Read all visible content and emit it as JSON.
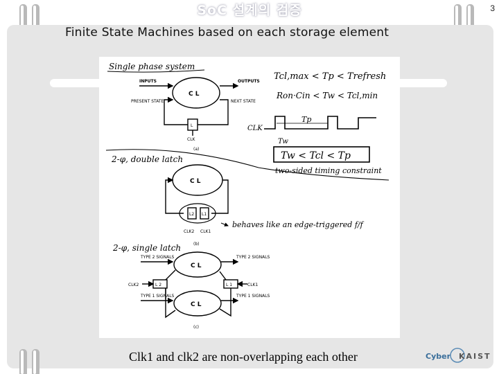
{
  "slide": {
    "title": "SoC 설계의 검증",
    "page_number": "3",
    "heading": "Finite State Machines based on each storage element",
    "caption": "Clk1 and clk2 are non-overlapping each other"
  },
  "logo": {
    "text_left": "Cyber",
    "text_right": "KAIST"
  },
  "figure": {
    "single_phase": {
      "handwritten_title": "Single phase system",
      "inputs": "INPUTS",
      "outputs": "OUTPUTS",
      "present_state": "PRESENT STATE",
      "next_state": "NEXT STATE",
      "block": "C L",
      "latch": "L",
      "clk_label": "CLK",
      "sub_label": "(a)"
    },
    "timing": {
      "eq1": "Tcl,max < Tp < Trefresh",
      "eq2": "Ron·Cin < Tw < Tcl,min",
      "clk": "CLK",
      "tp": "Tp",
      "tw": "Tw",
      "boxed_eq": "Tw < Tcl < Tp",
      "constraint": "two-sided timing constraint"
    },
    "double_latch": {
      "handwritten_title": "2-φ, double latch",
      "block": "C L",
      "l2": "L2",
      "l1": "L1",
      "clk2": "CLK2",
      "clk1": "CLK1",
      "sub_label": "(b)",
      "note": "behaves like an edge-triggered f/f"
    },
    "single_latch": {
      "handwritten_title": "2-φ, single latch",
      "type2_in": "TYPE 2 SIGNALS",
      "type2_out": "TYPE 2 SIGNALS",
      "type1_in": "TYPE 1 SIGNALS",
      "type1_out": "TYPE 1 SIGNALS",
      "block": "C L",
      "l2": "L 2",
      "l1": "L 1",
      "clk2": "CLK2",
      "clk1": "CLK1",
      "sub_label": "(c)"
    }
  }
}
